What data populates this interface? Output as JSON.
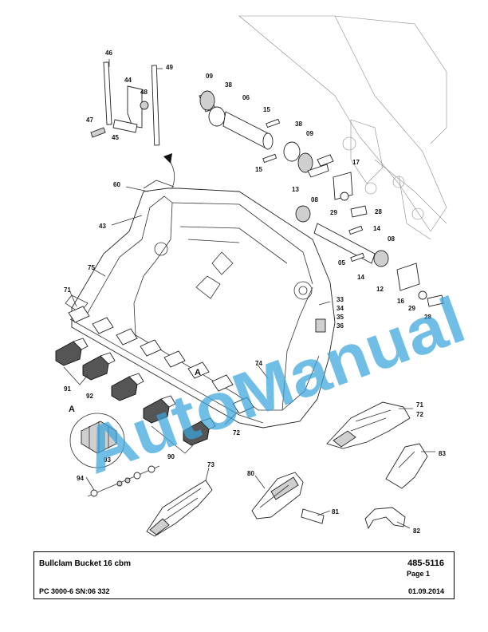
{
  "document": {
    "title": "Bullclam Bucket 16 cbm",
    "number": "485-5116",
    "page": "Page 1",
    "model": "PC 3000-6 SN:06 332",
    "date": "01.09.2014"
  },
  "watermark": "AutoManual",
  "detail_labels": {
    "a_main": "A",
    "a_inset": "A"
  },
  "callouts": {
    "c46": "46",
    "c44": "44",
    "c48": "48",
    "c49": "49",
    "c47": "47",
    "c45": "45",
    "c09a": "09",
    "c38a": "38",
    "c06": "06",
    "c15a": "15",
    "c38b": "38",
    "c09b": "09",
    "c15b": "15",
    "c17": "17",
    "c13": "13",
    "c08a": "08",
    "c29a": "29",
    "c28a": "28",
    "c14a": "14",
    "c08b": "08",
    "c05": "05",
    "c14b": "14",
    "c12": "12",
    "c16": "16",
    "c29b": "29",
    "c28b": "28",
    "c60": "60",
    "c43": "43",
    "c75": "75",
    "c71a": "71",
    "c33": "33",
    "c34": "34",
    "c35": "35",
    "c36": "36",
    "c74": "74",
    "c91": "91",
    "c92": "92",
    "c90": "90",
    "c72a": "72",
    "c93": "93",
    "c94": "94",
    "c73": "73",
    "c80": "80",
    "c81": "81",
    "c82": "82",
    "c83": "83",
    "c71b": "71",
    "c72b": "72"
  },
  "colors": {
    "watermark": "#3aa6dc",
    "line": "#333333",
    "paper": "#ffffff"
  }
}
